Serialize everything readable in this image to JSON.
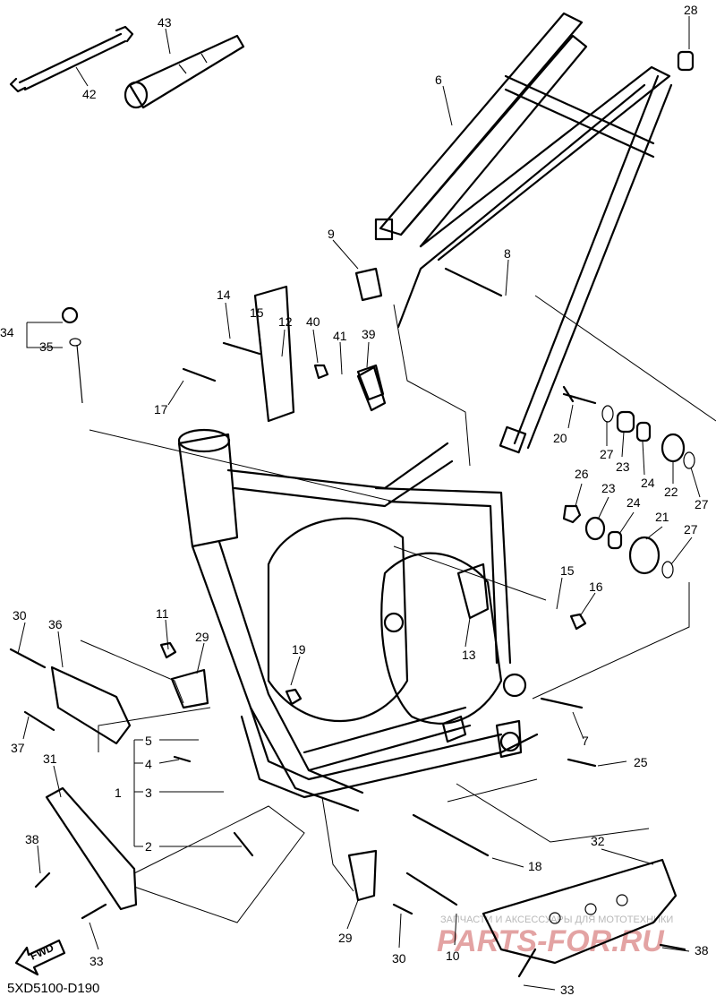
{
  "diagram_code": "5XD5100-D190",
  "fwd_label": "FWD",
  "watermark": {
    "small": "ЗАПЧАСТИ И АКСЕССУАРЫ ДЛЯ МОТОТЕХНИКИ",
    "big": "PARTS-FOR.RU"
  },
  "callouts": {
    "c1": "1",
    "c2": "2",
    "c3": "3",
    "c4": "4",
    "c5": "5",
    "c6": "6",
    "c7": "7",
    "c8": "8",
    "c9": "9",
    "c10": "10",
    "c11": "11",
    "c12": "12",
    "c13": "13",
    "c14": "14",
    "c15a": "15",
    "c15b": "15",
    "c16": "16",
    "c17": "17",
    "c18": "18",
    "c19": "19",
    "c20": "20",
    "c21": "21",
    "c22": "22",
    "c23a": "23",
    "c23b": "23",
    "c24a": "24",
    "c24b": "24",
    "c25": "25",
    "c26": "26",
    "c27a": "27",
    "c27b": "27",
    "c27c": "27",
    "c28": "28",
    "c29a": "29",
    "c29b": "29",
    "c30a": "30",
    "c30b": "30",
    "c31": "31",
    "c32": "32",
    "c33a": "33",
    "c33b": "33",
    "c34": "34",
    "c35": "35",
    "c36": "36",
    "c37": "37",
    "c38a": "38",
    "c38b": "38",
    "c39": "39",
    "c40": "40",
    "c41": "41",
    "c42": "42",
    "c43": "43"
  }
}
